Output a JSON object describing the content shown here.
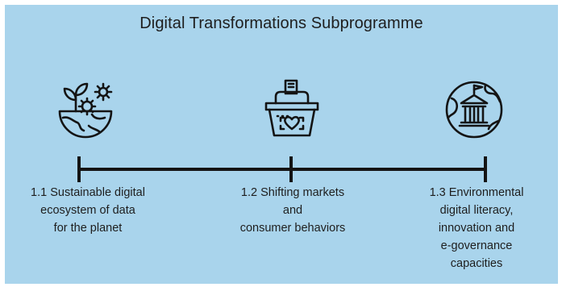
{
  "title": "Digital Transformations Subprogramme",
  "nodes": [
    {
      "icon": "sustainable-ecosystem-icon",
      "lines": [
        "1.1 Sustainable digital",
        "ecosystem of data",
        "for the planet"
      ]
    },
    {
      "icon": "shopping-basket-icon",
      "lines": [
        "1.2 Shifting markets",
        "and",
        "consumer behaviors"
      ]
    },
    {
      "icon": "globe-government-icon",
      "lines": [
        "1.3 Environmental",
        "digital literacy,",
        "innovation and",
        "e-governance",
        "capacities"
      ]
    }
  ],
  "colors": {
    "background": "#a9d4ec",
    "ink": "#141414"
  }
}
